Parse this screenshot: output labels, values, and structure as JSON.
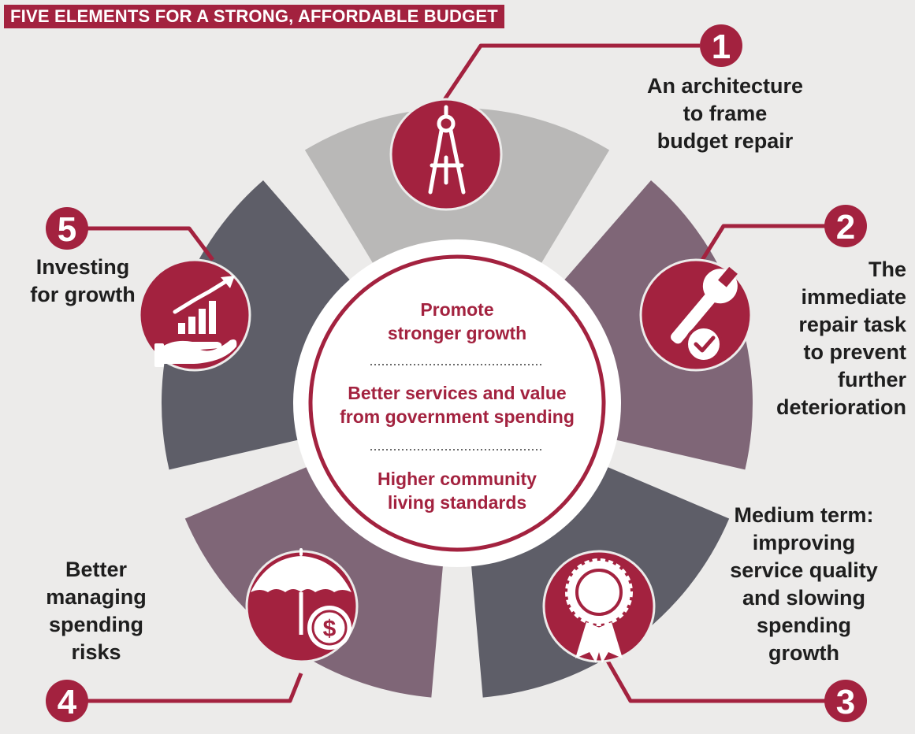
{
  "title": "FIVE ELEMENTS FOR A STRONG, AFFORDABLE BUDGET",
  "colors": {
    "accent": "#A3223F",
    "segment_light": "#B9B8B7",
    "segment_mauve": "#7F6677",
    "segment_dark": "#5E5E68",
    "background": "#ECEBEA"
  },
  "center": {
    "line1": [
      "Promote",
      "stronger growth"
    ],
    "line2": [
      "Better services and value",
      "from government spending"
    ],
    "line3": [
      "Higher community",
      "living standards"
    ]
  },
  "elements": [
    {
      "number": "1",
      "icon": "compass-icon",
      "lines": [
        "An architecture",
        "to frame",
        "budget repair"
      ]
    },
    {
      "number": "2",
      "icon": "wrench-check-icon",
      "lines": [
        "The",
        "immediate",
        "repair task",
        "to prevent",
        "further",
        "deterioration"
      ]
    },
    {
      "number": "3",
      "icon": "award-ribbon-icon",
      "lines": [
        "Medium term:",
        "improving",
        "service quality",
        "and slowing",
        "spending",
        "growth"
      ]
    },
    {
      "number": "4",
      "icon": "umbrella-dollar-icon",
      "lines": [
        "Better",
        "managing",
        "spending",
        "risks"
      ]
    },
    {
      "number": "5",
      "icon": "growth-hand-icon",
      "lines": [
        "Investing",
        "for growth"
      ]
    }
  ]
}
